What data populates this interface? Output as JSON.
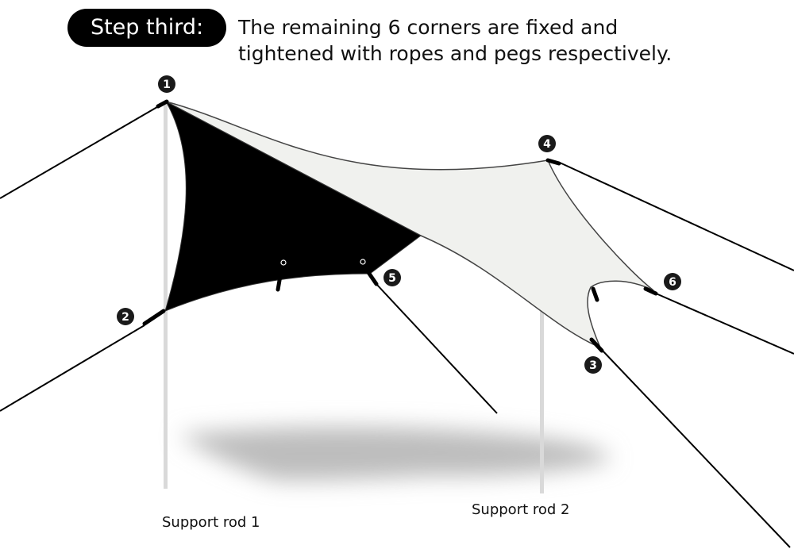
{
  "header": {
    "step_label": "Step third:",
    "instruction_line1": "The remaining 6 corners are fixed and",
    "instruction_line2": "tightened with ropes and pegs respectively."
  },
  "corner_markers": [
    "1",
    "2",
    "3",
    "4",
    "5",
    "6"
  ],
  "rods": {
    "rod1_label": "Support rod 1",
    "rod2_label": "Support rod 2"
  },
  "colors": {
    "pill_background": "#000000",
    "tarp_dark_panel": "#000000",
    "tarp_light_panel": "#f0f1ee",
    "rope": "#000000",
    "rod": "#d9d9d9",
    "shadow": "#bdbdbd"
  }
}
